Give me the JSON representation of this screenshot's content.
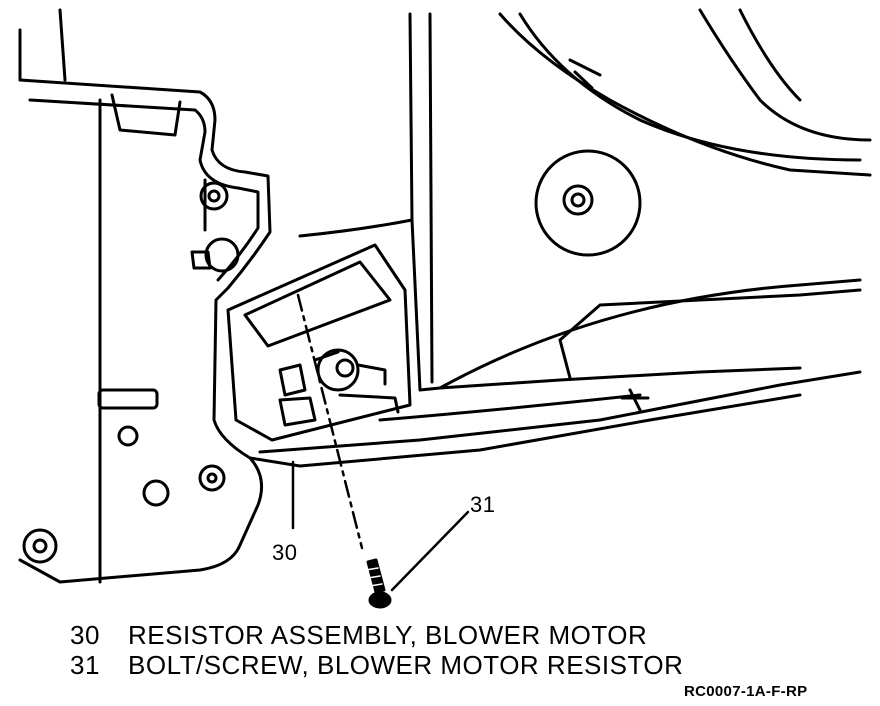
{
  "callouts": {
    "resistor": "30",
    "bolt": "31"
  },
  "legend": [
    {
      "number": "30",
      "text": "RESISTOR ASSEMBLY, BLOWER MOTOR"
    },
    {
      "number": "31",
      "text": "BOLT/SCREW, BLOWER MOTOR RESISTOR"
    }
  ],
  "figure_code": "RC0007-1A-F-RP",
  "colors": {
    "ink": "#000000",
    "paper": "#ffffff"
  }
}
